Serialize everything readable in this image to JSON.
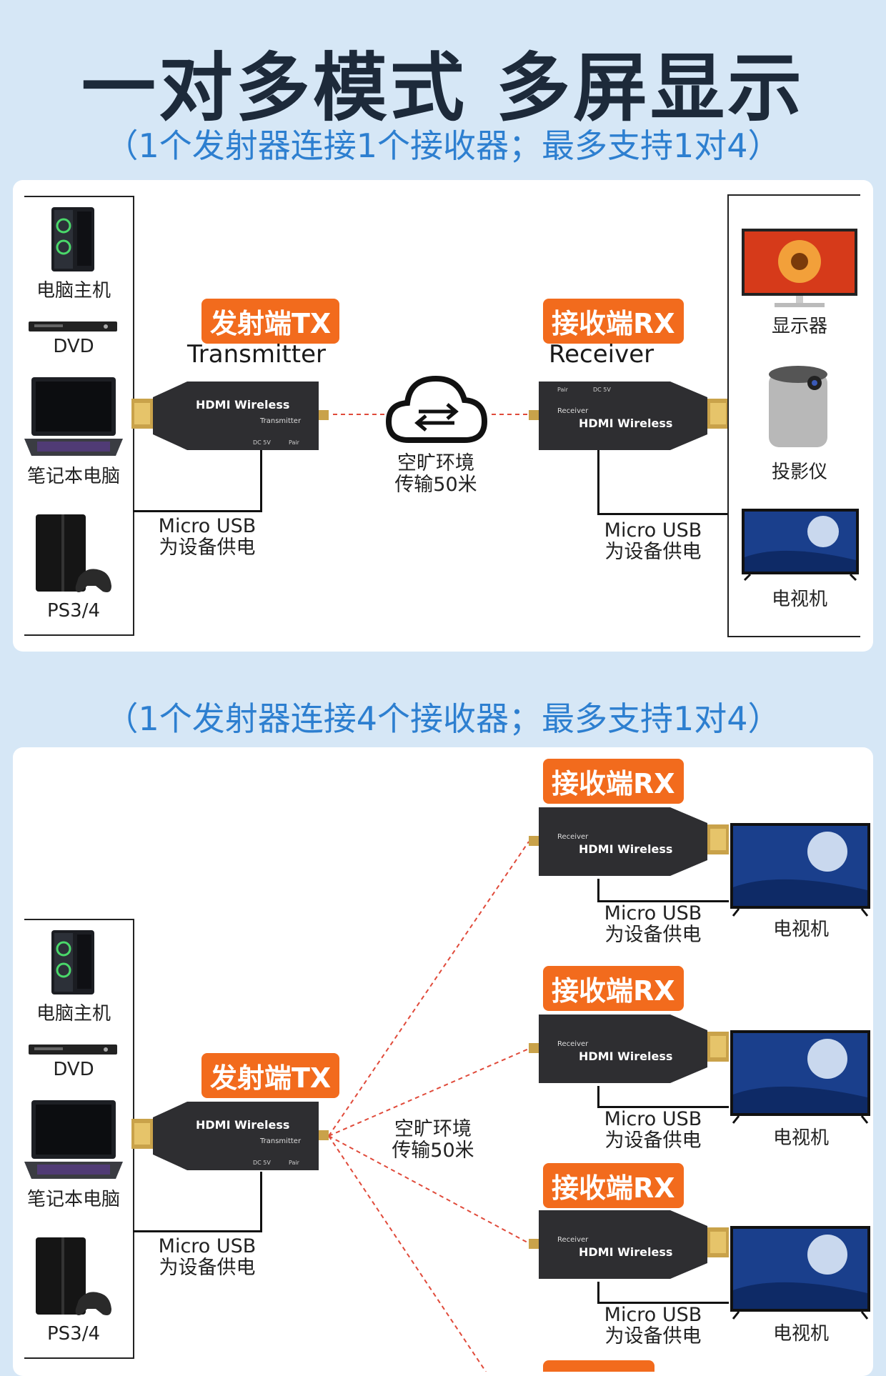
{
  "header": {
    "title": "一对多模式 多屏显示",
    "subtitle1": "（1个发射器连接1个接收器；最多支持1对4）",
    "subtitle2": "（1个发射器连接4个接收器；最多支持1对4）"
  },
  "sources": {
    "pc": "电脑主机",
    "dvd": "DVD",
    "laptop": "笔记本电脑",
    "ps": "PS3/4"
  },
  "tx": {
    "tag": "发射端TX",
    "name": "Transmitter",
    "brand": "HDMI Wireless",
    "model": "Transmitter",
    "port1": "DC 5V",
    "port2": "Pair"
  },
  "rx": {
    "tag": "接收端RX",
    "name": "Receiver",
    "brand": "HDMI Wireless",
    "model": "Receiver",
    "port1": "DC 5V",
    "port2": "Pair"
  },
  "power": {
    "line1": "Micro USB",
    "line2": "为设备供电"
  },
  "link": {
    "line1": "空旷环境",
    "line2": "传输50米"
  },
  "displays": {
    "monitor": "显示器",
    "projector": "投影仪",
    "tv": "电视机"
  },
  "colors": {
    "accent": "#f26b1d",
    "subtitle": "#2d7fd0",
    "background": "#d6e7f6",
    "signal_line": "#e04a3a"
  },
  "icons": {
    "cloud": "cloud-transfer-icon"
  }
}
